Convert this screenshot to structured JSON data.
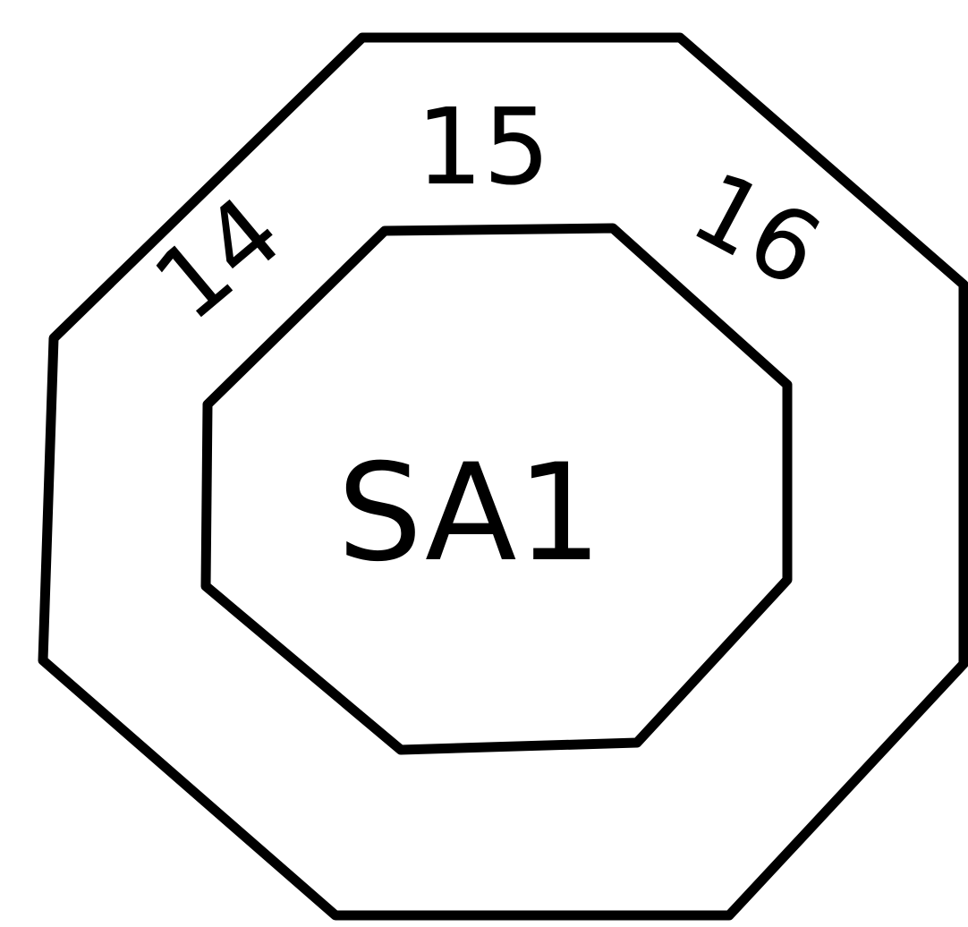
{
  "diagram": {
    "labels": {
      "top": "15",
      "upper_left": "14",
      "upper_right": "16",
      "center": "SA1"
    },
    "colors": {
      "stroke": "#000000",
      "background": "#ffffff"
    }
  }
}
